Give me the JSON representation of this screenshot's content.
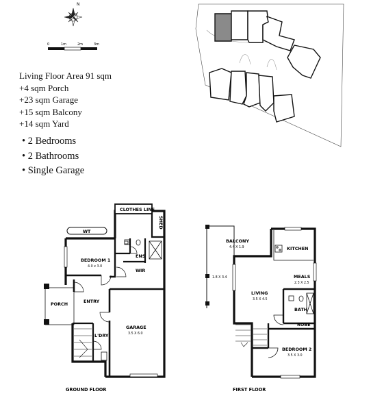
{
  "compass": {
    "north_label": "N"
  },
  "scale_bar": {
    "ticks": [
      "0",
      "1m",
      "2m",
      "3m"
    ]
  },
  "floor_stats": [
    "Living Floor Area 91 sqm",
    "+4 sqm Porch",
    "+23 sqm Garage",
    "+15 sqm Balcony",
    "+14 sqm Yard"
  ],
  "features": [
    "2 Bedrooms",
    "2 Bathrooms",
    "Single Garage"
  ],
  "ground_floor": {
    "caption": "GROUND FLOOR",
    "rooms": {
      "clothes_line": "CLOTHES LINE",
      "shed": "SHED",
      "wt": "WT",
      "bedroom1": "BEDROOM 1",
      "bedroom1_dim": "4.0 x 3.0",
      "ens": "ENS",
      "wir": "WIR",
      "porch": "PORCH",
      "entry": "ENTRY",
      "garage": "GARAGE",
      "garage_dim": "3.5 X 6.0",
      "ldry": "L'DRY"
    }
  },
  "first_floor": {
    "caption": "FIRST FLOOR",
    "rooms": {
      "balcony": "BALCONY",
      "balcony_dim": "4.4 X 1.9",
      "kitchen": "KITCHEN",
      "meals": "MEALS",
      "meals_dim": "2.3 X 2.5",
      "living": "LIVING",
      "living_dim": "3.5 X 4.5",
      "side_dim": "1.8 X 3.4",
      "bath": "BATH",
      "robe": "ROBE",
      "bedroom2": "BEDROOM 2",
      "bedroom2_dim": "3.5 X 3.0"
    }
  }
}
